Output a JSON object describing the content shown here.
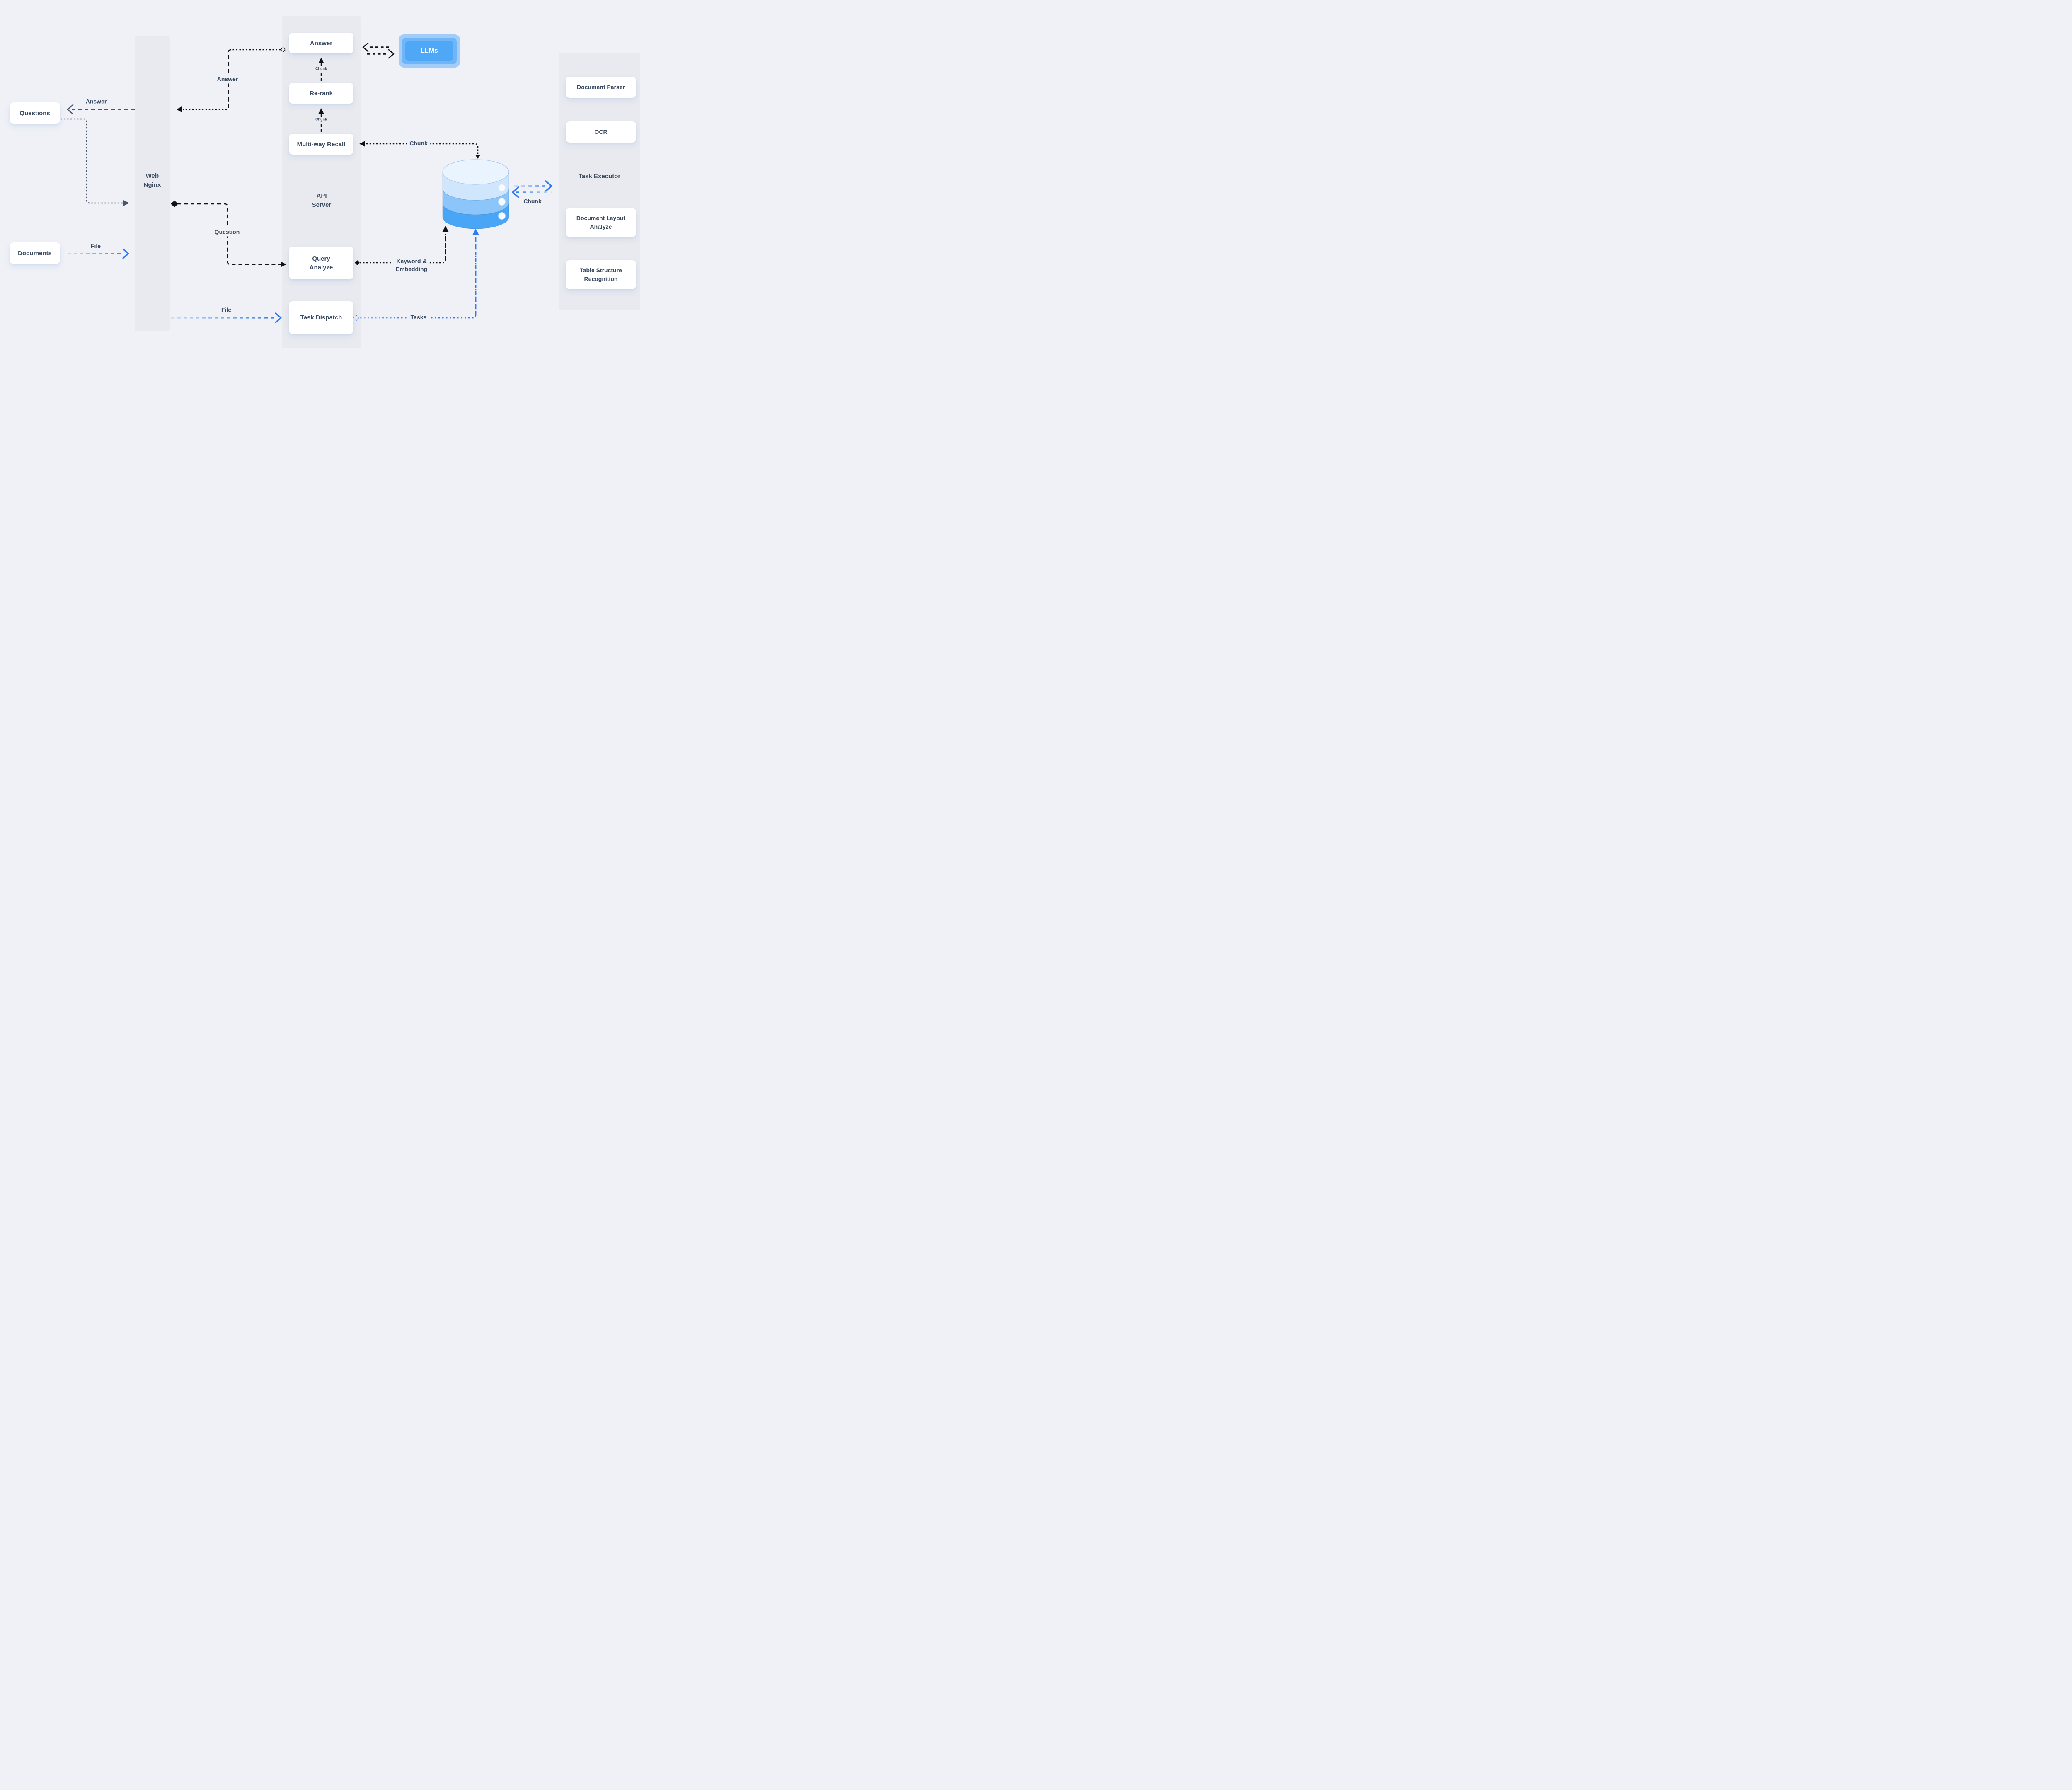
{
  "nodes": {
    "questions": "Questions",
    "documents": "Documents",
    "web_nginx": {
      "line1": "Web",
      "line2": "Nginx"
    },
    "answer": "Answer",
    "rerank": "Re-rank",
    "multiway_recall": "Multi-way Recall",
    "api_server": {
      "line1": "API",
      "line2": "Server"
    },
    "query_analyze": {
      "line1": "Query",
      "line2": "Analyze"
    },
    "task_dispatch": "Task Dispatch",
    "llms": "LLMs",
    "document_parser": "Document Parser",
    "ocr": "OCR",
    "task_executor": "Task Executor",
    "document_layout": {
      "line1": "Document Layout",
      "line2": "Analyze"
    },
    "table_structure": {
      "line1": "Table Structure",
      "line2": "Recognition"
    }
  },
  "edges": {
    "answer_to_questions": "Answer",
    "answer_mid": "Answer",
    "chunk_to_answer": "Chunk",
    "chunk_to_rerank": "Chunk",
    "chunk_db_to_recall": "Chunk",
    "chunk_db_executor": "Chunk",
    "question": "Question",
    "file_documents": "File",
    "file_nginx": "File",
    "keyword_embedding": {
      "line1": "Keyword &",
      "line2": "Embedding"
    },
    "tasks": "Tasks"
  },
  "colors": {
    "background": "#eff1f6",
    "panel": "#e9eaef",
    "card": "#ffffff",
    "text": "#3a4a61",
    "dark_arrow": "#10131a",
    "slate_arrow": "#47566c",
    "blue_arrow": "#2e7bf3",
    "blue_arrow_light": "#c6dcfb",
    "llms_outer": "#a2cdf9",
    "llms_mid": "#6fb5f7",
    "llms_inner": "#4fa8f6",
    "db_top": "#e9f4fe",
    "db_band_light": "#cfe6fd",
    "db_band_mid": "#8cc5f9",
    "db_band_dark": "#49a5f6"
  }
}
